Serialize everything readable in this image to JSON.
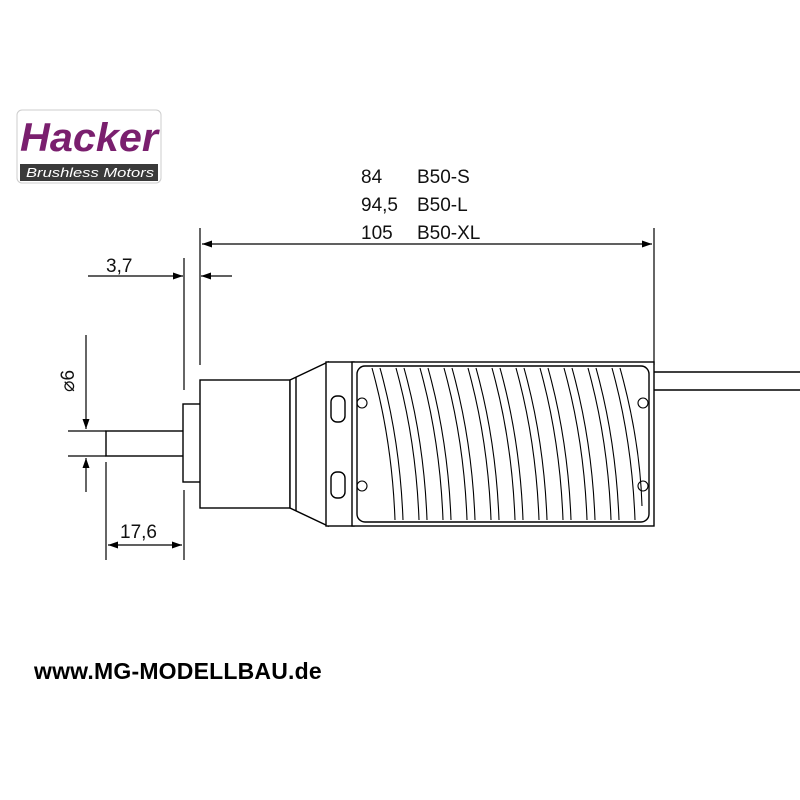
{
  "logo": {
    "brand": "Hacker",
    "tagline": "Brushless Motors"
  },
  "dimensions": {
    "length_table": [
      {
        "value": "84",
        "model": "B50-S"
      },
      {
        "value": "94,5",
        "model": "B50-L"
      },
      {
        "value": "105",
        "model": "B50-XL"
      }
    ],
    "flange_offset": "3,7",
    "shaft_diameter": "⌀6",
    "shaft_length": "17,6"
  },
  "footer": {
    "url": "www.MG-MODELLBAU.de"
  },
  "colors": {
    "logo_purple": "#7a1f6e",
    "logo_gray": "#3a3a3a",
    "line": "#000000"
  }
}
